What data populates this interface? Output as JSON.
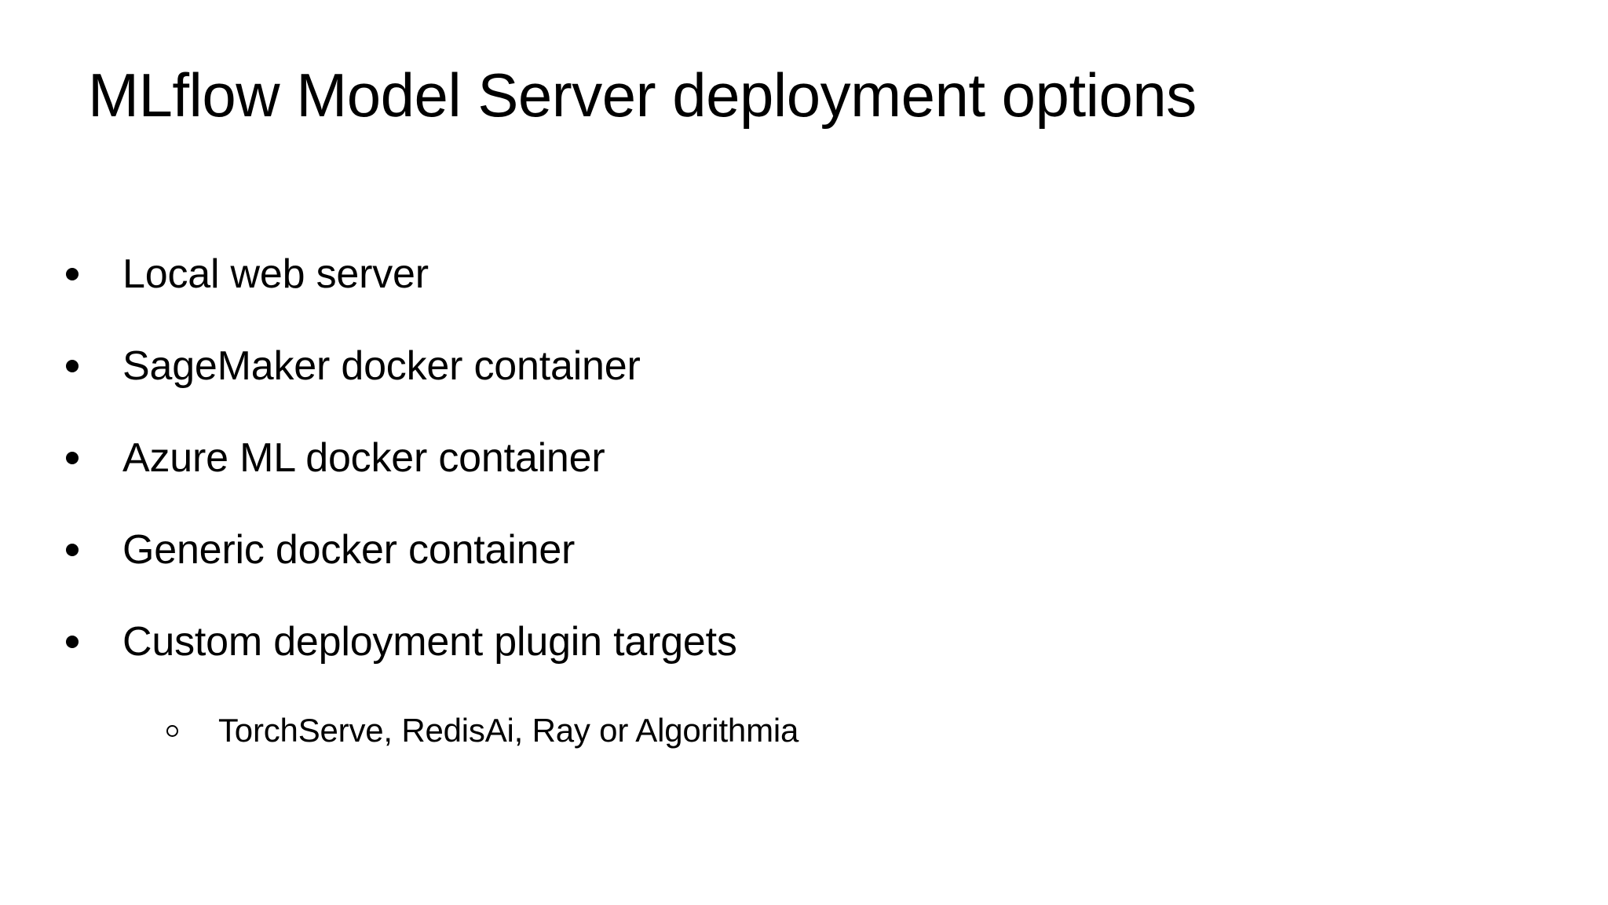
{
  "slide": {
    "background_color": "#ffffff",
    "text_color": "#000000",
    "title": "MLflow Model Server deployment options",
    "bullets": [
      {
        "level": 1,
        "marker": "filled-round-bullet",
        "marker_glyph": "•",
        "text": "Local web server"
      },
      {
        "level": 1,
        "marker": "filled-round-bullet",
        "marker_glyph": "•",
        "text": "SageMaker docker container"
      },
      {
        "level": 1,
        "marker": "filled-round-bullet",
        "marker_glyph": "•",
        "text": "Azure ML docker container"
      },
      {
        "level": 1,
        "marker": "filled-round-bullet",
        "marker_glyph": "•",
        "text": "Generic docker container"
      },
      {
        "level": 1,
        "marker": "filled-round-bullet",
        "marker_glyph": "•",
        "text": "Custom deployment plugin targets"
      },
      {
        "level": 2,
        "marker": "hollow-round-bullet",
        "marker_glyph": "○",
        "text": "TorchServe, RedisAi, Ray or Algorithmia"
      }
    ]
  }
}
